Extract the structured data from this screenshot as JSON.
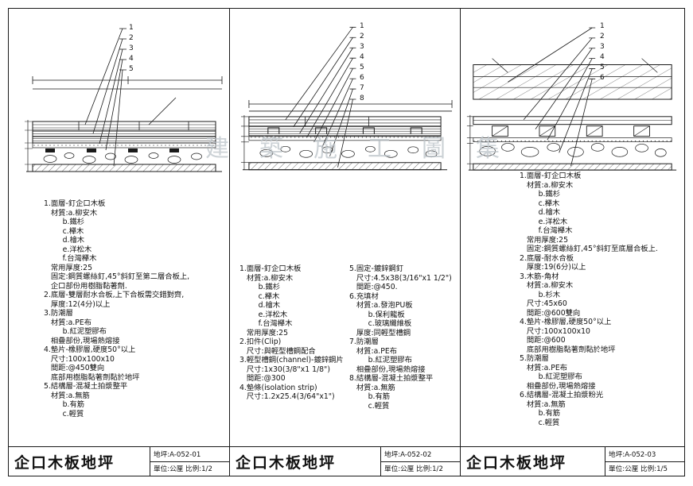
{
  "watermark": "建築施工圖集",
  "panels": [
    {
      "callouts": [
        "1",
        "2",
        "3",
        "4",
        "5"
      ],
      "spec_lines": [
        "1.面層-釘企口木板",
        "   材質:a.柳安木",
        "        b.鐵杉",
        "        c.櫸木",
        "        d.檜木",
        "        e.洋松木",
        "        f.台灣櫸木",
        "   常用厚度:25",
        "   固定:鋼質螺絲釘,45°斜釘至第二層合板上,",
        "   企口部份用樹脂黏著劑.",
        "2.底層-雙層耐水合板,上下合板需交錯對齊,",
        "   厚度:12(4分)以上",
        "3.防潮層",
        "   材質:a.PE布",
        "        b.紅泥塑膠布",
        "   相疊部份,現場熱熔接",
        "4.墊片-橡膠層,硬度50°以上",
        "   尺寸:100x100x10",
        "   間距:@450雙向",
        "   底部用樹脂黏著劑黏於地坪",
        "5.結構層-混凝土拍漿整平",
        "   材質:a.無筋",
        "        b.有筋",
        "        c.輕質"
      ],
      "title": "企口木板地坪",
      "drawing_no": "地坪:A-052-01",
      "unit_scale": "單位:公厘 比例:1/2"
    },
    {
      "callouts": [
        "1",
        "2",
        "3",
        "4",
        "5",
        "6",
        "7",
        "8"
      ],
      "spec_left": [
        "1.面層-釘企口木板",
        "   材質:a.柳安木",
        "        b.鐵杉",
        "        c.櫸木",
        "        d.檜木",
        "        e.洋松木",
        "        f.台灣櫸木",
        "   常用厚度:25",
        "2.扣件(Clip)",
        "   尺寸:與輕型槽鋼配合",
        "3.輕型槽鋼(channel)-鍍鋅鋼片",
        "   尺寸:1x30(3/8\"x1 1/8\")",
        "   間距:@300",
        "4.墊條(isolation strip)",
        "   尺寸:1.2x25.4(3/64\"x1\")"
      ],
      "spec_right": [
        "5.固定-鍍鋅鋼釘",
        "   尺寸:4.5x38(3/16\"x1 1/2\")",
        "   間距:@450.",
        "6.充填材",
        "   材質:a.發泡PU板",
        "        b.保利龍板",
        "        c.玻璃纖維板",
        "   厚度:同輕型槽鋼",
        "7.防潮層",
        "   材質:a.PE布",
        "        b.紅泥塑膠布",
        "   相疊部份,現場熱熔接",
        "8.結構層-混凝土拍漿整平",
        "   材質:a.無筋",
        "        b.有筋",
        "        c.輕質"
      ],
      "title": "企口木板地坪",
      "drawing_no": "地坪:A-052-02",
      "unit_scale": "單位:公厘 比例:1/2"
    },
    {
      "callouts": [
        "1",
        "2",
        "3",
        "4",
        "5",
        "6"
      ],
      "spec_lines": [
        "1.面層-釘企口木板",
        "   材質:a.柳安木",
        "        b.鐵杉",
        "        c.櫸木",
        "        d.檜木",
        "        e.洋松木",
        "        f.台灣櫸木",
        "   常用厚度:25",
        "   固定:鋼質螺絲釘,45°斜釘至底層合板上.",
        "2.底層-耐水合板",
        "   厚度:19(6分)以上",
        "3.木筋-角材",
        "   材質:a.柳安木",
        "        b.杉木",
        "   尺寸:45x60",
        "   間距:@600雙向",
        "4.墊片-橡膠層,硬度50°以上",
        "   尺寸:100x100x10",
        "   間距:@600",
        "   底部用樹脂黏著劑黏於地坪",
        "5.防潮層",
        "   材質:a.PE布",
        "        b.紅泥塑膠布",
        "   相疊部份,現場熱熔接",
        "6.結構層-混凝土拍漿粉光",
        "   材質:a.無筋",
        "        b.有筋",
        "        c.輕質"
      ],
      "title": "企口木板地坪",
      "drawing_no": "地坪:A-052-03",
      "unit_scale": "單位:公厘 比例:1/5"
    }
  ]
}
